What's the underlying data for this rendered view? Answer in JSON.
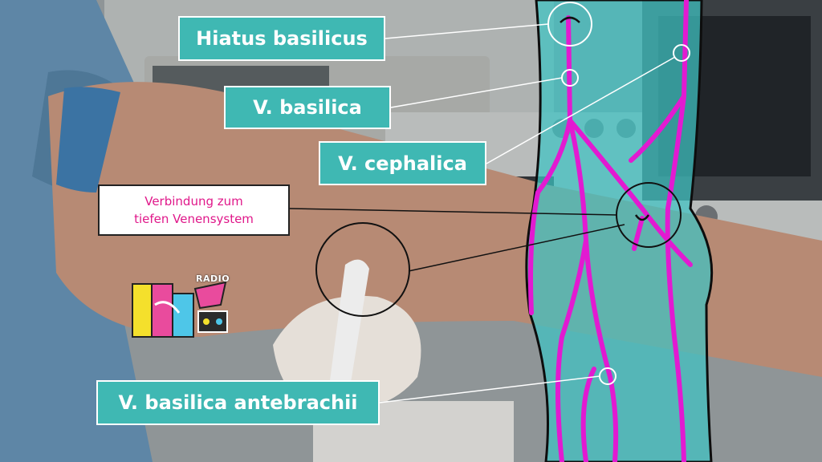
{
  "labels": {
    "hiatus": "Hiatus basilicus",
    "basilica": "V. basilica",
    "cephalica": "V. cephalica",
    "verbindung_line1": "Verbindung zum",
    "verbindung_line2": "tiefen Venensystem",
    "antebrachii": "V. basilica antebrachii"
  },
  "logo": {
    "text": "RADIO",
    "icon": "radio-logo-icon"
  },
  "colors": {
    "label_fill": "#3fb8b3",
    "label_border": "#ffffff",
    "vein": "#e21ad1",
    "overlay": "#3fc4c4",
    "callout_text": "#e0188a"
  }
}
